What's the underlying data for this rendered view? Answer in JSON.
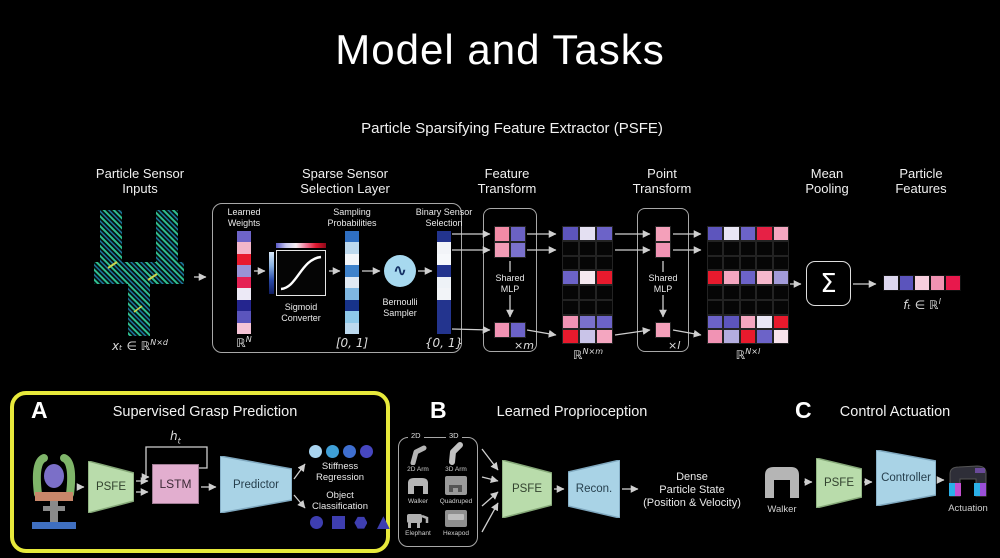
{
  "title": "Model and Tasks",
  "psfe": {
    "heading": "Particle Sparsifying Feature Extractor (PSFE)",
    "col_headers": {
      "inputs": "Particle Sensor\nInputs",
      "selection": "Sparse Sensor\nSelection Layer",
      "feature": "Feature\nTransform",
      "point": "Point\nTransform",
      "pooling": "Mean\nPooling",
      "features": "Particle\nFeatures"
    },
    "input_math": {
      "base": "xₜ ∈ ℝ",
      "sup": "N×d"
    },
    "selection": {
      "weights_label": "Learned\nWeights",
      "weights_math": {
        "base": "ℝ",
        "sup": "N"
      },
      "weights_cells": [
        "#6e64c8",
        "#f3b6c9",
        "#e81a2d",
        "#9a93d6",
        "#e52154",
        "#ece9f6",
        "#24258e",
        "#5b55bd",
        "#f6c4d6"
      ],
      "sigmoid_label": "Sigmoid\nConverter",
      "prob_label": "Sampling\nProbabilities",
      "prob_math": "[0, 1]",
      "prob_cells": [
        "#2f6fc2",
        "#bdd9ee",
        "#f3f6fa",
        "#3f82cb",
        "#e0eaf4",
        "#7fb7e2",
        "#17338a",
        "#8ec9ea",
        "#bcd9ee"
      ],
      "bernoulli_label": "Bernoulli\nSampler",
      "bernoulli_glyph": "∿",
      "binary_label": "Binary Sensor\nSelection",
      "binary_math": "{0, 1}",
      "binary_cells": [
        "#23348e",
        "#f2f4f8",
        "#f6f8fb",
        "#23348e",
        "#eef2f7",
        "#f2f4f8",
        "#23348e",
        "#23348e",
        "#23348e"
      ]
    },
    "feature_transform": {
      "shared_mlp": "Shared\nMLP",
      "mult": "×m",
      "top_grid": [
        [
          "#f28ba6",
          "#6b62c4"
        ],
        [
          "#f09cb6",
          "#7a71cc"
        ]
      ],
      "bottom_grid": [
        [
          "#f193b4",
          "#6c63c8"
        ]
      ]
    },
    "matrix_nm": {
      "math": {
        "base": "ℝ",
        "sup": "N×m"
      },
      "rows": [
        [
          "#5d55bd",
          "#e4e0f2",
          "#6c63c8"
        ],
        [
          null,
          null,
          null
        ],
        [
          null,
          null,
          null
        ],
        [
          "#6c63c8",
          "#f5e8ef",
          "#e81a2d"
        ],
        [
          null,
          null,
          null
        ],
        [
          null,
          null,
          null
        ],
        [
          "#f193b4",
          "#7a71cc",
          "#6c63c8"
        ],
        [
          "#e81a2d",
          "#c9c4e8",
          "#f4a6c0"
        ]
      ]
    },
    "point_transform": {
      "shared_mlp": "Shared\nMLP",
      "mult": "×l",
      "top_grid": [
        [
          "#f4a0ba"
        ],
        [
          "#f193b4"
        ]
      ],
      "bottom_grid": [
        [
          "#f4a0ba"
        ]
      ]
    },
    "matrix_nl": {
      "math": {
        "base": "ℝ",
        "sup": "N×l"
      },
      "rows": [
        [
          "#5d55bd",
          "#e9e6f5",
          "#6c63c8",
          "#e62145",
          "#f4a6c0"
        ],
        [
          null,
          null,
          null,
          null,
          null
        ],
        [
          null,
          null,
          null,
          null,
          null
        ],
        [
          "#e81a2d",
          "#f4a6c0",
          "#6c63c8",
          "#f6b8cc",
          "#a29bd9"
        ],
        [
          null,
          null,
          null,
          null,
          null
        ],
        [
          null,
          null,
          null,
          null,
          null
        ],
        [
          "#6c63c8",
          "#5d55bd",
          "#f4a6c0",
          "#e9e6f5",
          "#e81a2d"
        ],
        [
          "#f193b4",
          "#b3addf",
          "#e81a2d",
          "#6c63c8",
          "#f8e3ec"
        ]
      ]
    },
    "pooling_symbol": "Σ",
    "features_cells": [
      "#dcd6ee",
      "#5b54bc",
      "#f7cede",
      "#f092b2",
      "#e8184c"
    ],
    "features_math": {
      "base": "fₜ ∈ ℝ",
      "sup": "l"
    }
  },
  "panels": {
    "a": {
      "letter": "A",
      "title": "Supervised Grasp Prediction",
      "psfe": "PSFE",
      "lstm": "LSTM",
      "h_label": {
        "base": "h",
        "sub": "t"
      },
      "predictor": "Predictor",
      "stiffness_label": "Stiffness\nRegression",
      "stiffness_dots": [
        "#a9d4f0",
        "#3fa0d8",
        "#3f6fd0",
        "#4747c0"
      ],
      "object_label": "Object\nClassification",
      "shape_color": "#3e3eb0"
    },
    "b": {
      "letter": "B",
      "title": "Learned Proprioception",
      "col_2d": "2D",
      "col_3d": "3D",
      "robots": [
        "2D Arm",
        "3D Arm",
        "Walker",
        "Quadruped",
        "Elephant",
        "Hexapod"
      ],
      "psfe": "PSFE",
      "recon": "Recon.",
      "output": "Dense\nParticle State\n(Position & Velocity)"
    },
    "c": {
      "letter": "C",
      "title": "Control Actuation",
      "walker": "Walker",
      "psfe": "PSFE",
      "controller": "Controller",
      "actuation": "Actuation"
    }
  },
  "colors": {
    "psfe_fill": "#b9dcab",
    "psfe_stroke": "#85a878",
    "blue_fill": "#a9d3e6",
    "blue_stroke": "#7fa8bf",
    "lstm_fill": "#e2aecf",
    "lstm_stroke": "#a07c94",
    "bernoulli_fill": "#a7d9ef",
    "highlight": "#e7e93b",
    "arrow": "#cfcfcf"
  }
}
